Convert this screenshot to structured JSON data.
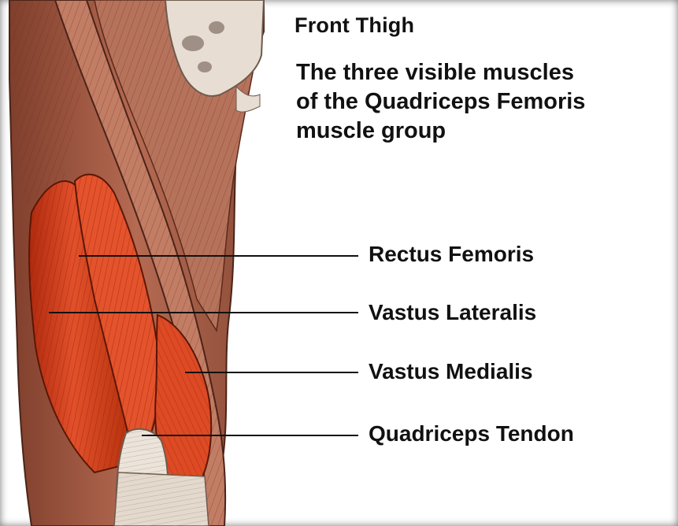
{
  "title": "Front Thigh",
  "description_lines": [
    "The three visible muscles",
    "of the Quadriceps Femoris",
    "muscle group"
  ],
  "labels": [
    "Rectus Femoris",
    "Vastus Lateralis",
    "Vastus Medialis",
    "Quadriceps Tendon"
  ],
  "colors": {
    "muscle_red": "#d9401f",
    "muscle_brown": "#a8604c",
    "tendon_light": "#e9e0d6",
    "leader_line": "#111111"
  }
}
